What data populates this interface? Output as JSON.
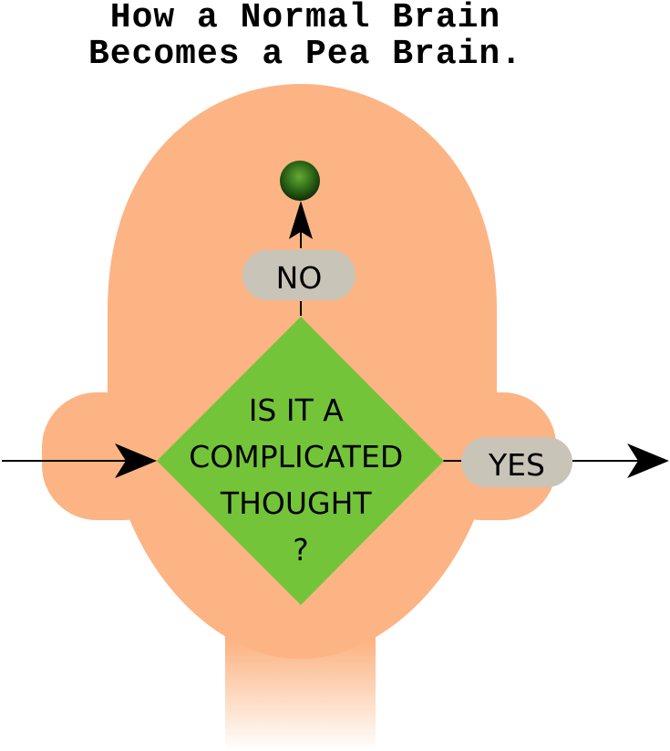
{
  "title": {
    "line1": "How a Normal Brain",
    "line2": "Becomes a Pea Brain."
  },
  "decision": {
    "line1": "IS IT A",
    "line2": "COMPLICATED",
    "line3": "THOUGHT",
    "line4": "?"
  },
  "no_label": "NO",
  "yes_label": "YES",
  "colors": {
    "skin": "#fcb484",
    "diamond": "#74c43a",
    "pill": "#c8c4b8",
    "pea_highlight": "#66aa33",
    "pea_dark": "#0e2e08",
    "line": "#000000"
  }
}
